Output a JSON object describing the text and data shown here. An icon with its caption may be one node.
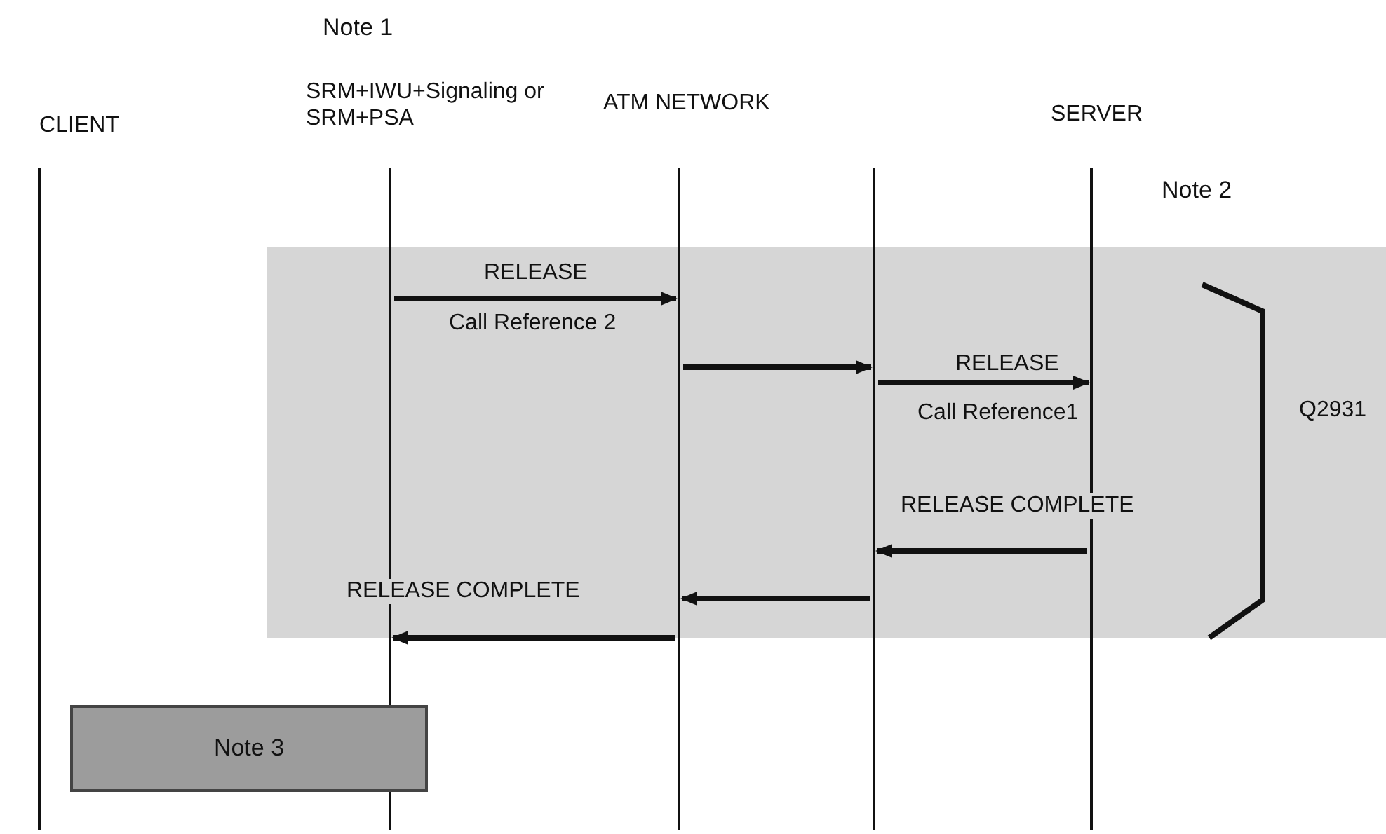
{
  "diagram": {
    "nodes": [
      {
        "text": [
          "CLIENT"
        ]
      },
      {
        "text": [
          "SRM+IWU+Signaling or SRM+PSA"
        ]
      },
      {
        "text": [
          "ATM NETWORK"
        ]
      },
      {
        "text": [],
        "shape": "line"
      },
      {
        "text": [
          "SERVER"
        ]
      },
      {
        "text": [
          "Note 3"
        ]
      }
    ],
    "edges": [
      {
        "from": 1,
        "to": 2,
        "arrow": "to",
        "label": "RELEASE"
      },
      {
        "from": 2,
        "to": 3,
        "arrow": "to"
      },
      {
        "from": 3,
        "to": 4,
        "arrow": "to",
        "label": "RELEASE"
      },
      {
        "from": 4,
        "to": 3,
        "arrow": "to",
        "label": "RELEASE COMPLETE"
      },
      {
        "from": 3,
        "to": 2,
        "arrow": "to"
      },
      {
        "from": 2,
        "to": 1,
        "arrow": "to",
        "label": "RELEASE COMPLETE"
      }
    ],
    "labels": [
      "Note 1",
      "Note 2",
      "Call Reference 2",
      "Call Reference1",
      "Q2931"
    ]
  }
}
